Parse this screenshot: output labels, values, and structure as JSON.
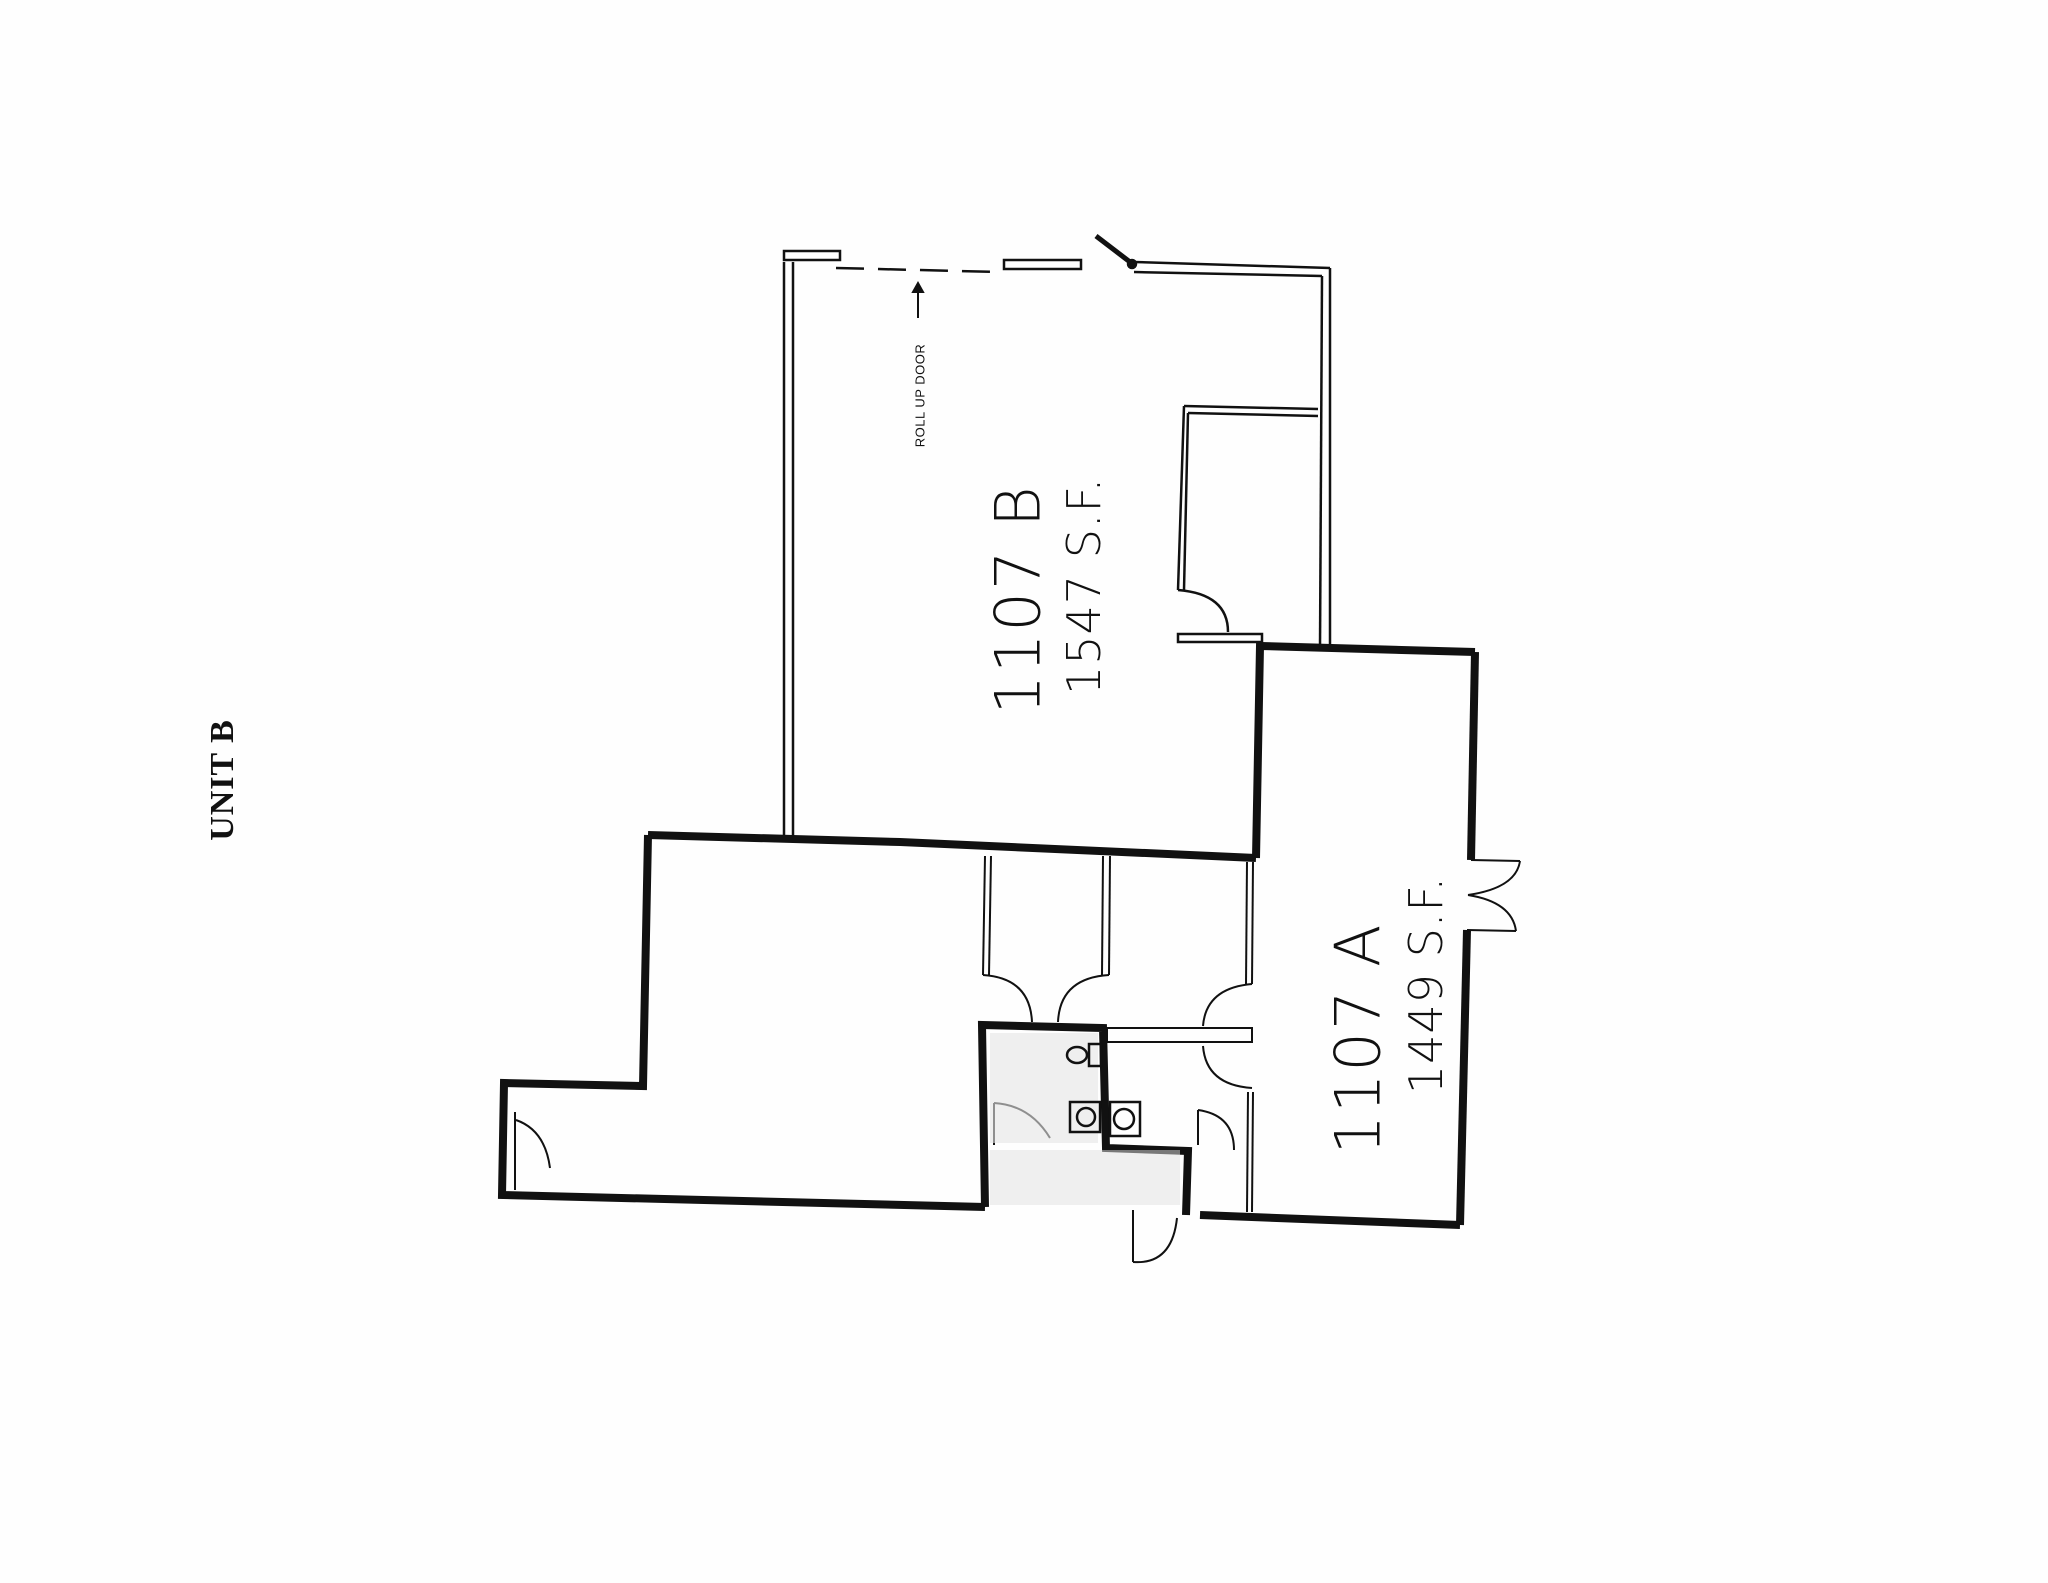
{
  "document": {
    "title": "UNIT B",
    "orientation": "rotated-90-ccw"
  },
  "units": [
    {
      "id": "1107B",
      "label": "1107 B",
      "area": "1547 S.F."
    },
    {
      "id": "1107A",
      "label": "1107 A",
      "area": "1449 S.F."
    }
  ],
  "annotations": {
    "roll_up_door": "ROLL UP DOOR"
  },
  "colors": {
    "wall": "#111111",
    "paper": "#fefefe",
    "shade": "#d8d8d8"
  }
}
